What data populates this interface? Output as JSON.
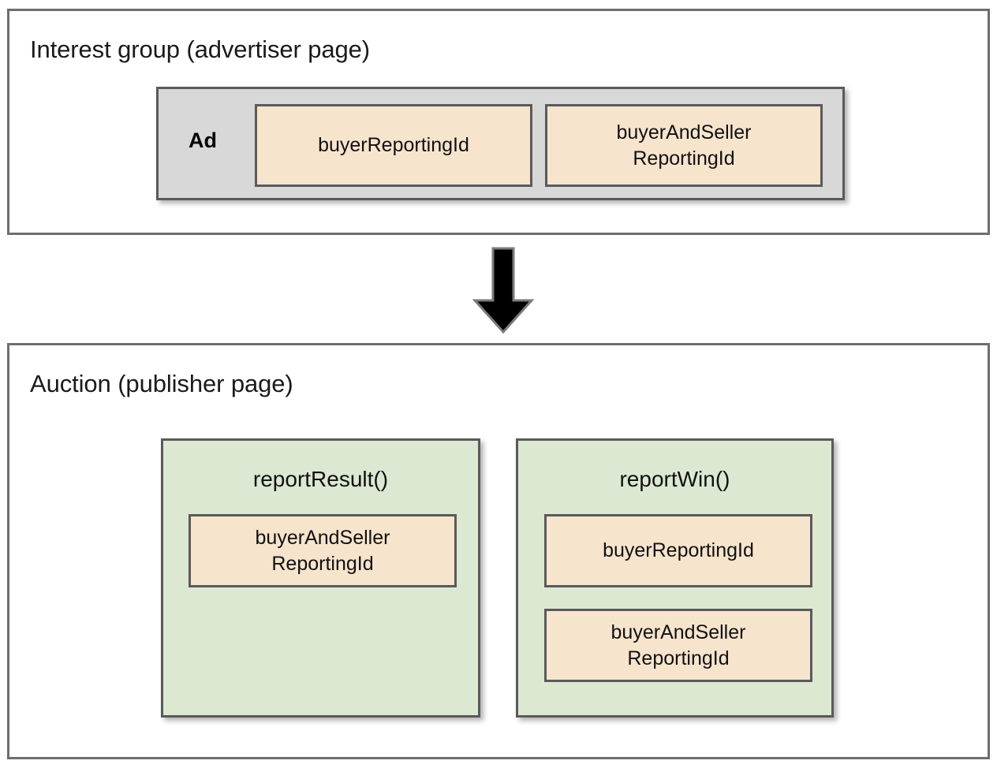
{
  "diagram": {
    "sections": [
      {
        "id": "interest-group",
        "title": "Interest group (advertiser page)",
        "ad_container": {
          "label": "Ad",
          "fields": [
            {
              "name": "buyerReportingId",
              "lines": [
                "buyerReportingId"
              ]
            },
            {
              "name": "buyerAndSellerReportingId",
              "lines": [
                "buyerAndSeller",
                "ReportingId"
              ]
            }
          ]
        }
      },
      {
        "id": "auction",
        "title": "Auction (publisher page)",
        "functions": [
          {
            "name": "reportResult()",
            "fields": [
              {
                "name": "buyerAndSellerReportingId",
                "lines": [
                  "buyerAndSeller",
                  "ReportingId"
                ]
              }
            ]
          },
          {
            "name": "reportWin()",
            "fields": [
              {
                "name": "buyerReportingId",
                "lines": [
                  "buyerReportingId"
                ]
              },
              {
                "name": "buyerAndSellerReportingId",
                "lines": [
                  "buyerAndSeller",
                  "ReportingId"
                ]
              }
            ]
          }
        ]
      }
    ],
    "arrow": {
      "name": "down-arrow-icon",
      "direction": "down"
    },
    "colors": {
      "peach_fill": "#f7e4cd",
      "green_fill": "#dde8d3",
      "grey_fill": "#d8d8d8",
      "border": "#5a5a5a",
      "frame_border": "#6e6e6e",
      "arrow_fill": "#000000",
      "text": "#111111",
      "background": "#ffffff"
    }
  }
}
